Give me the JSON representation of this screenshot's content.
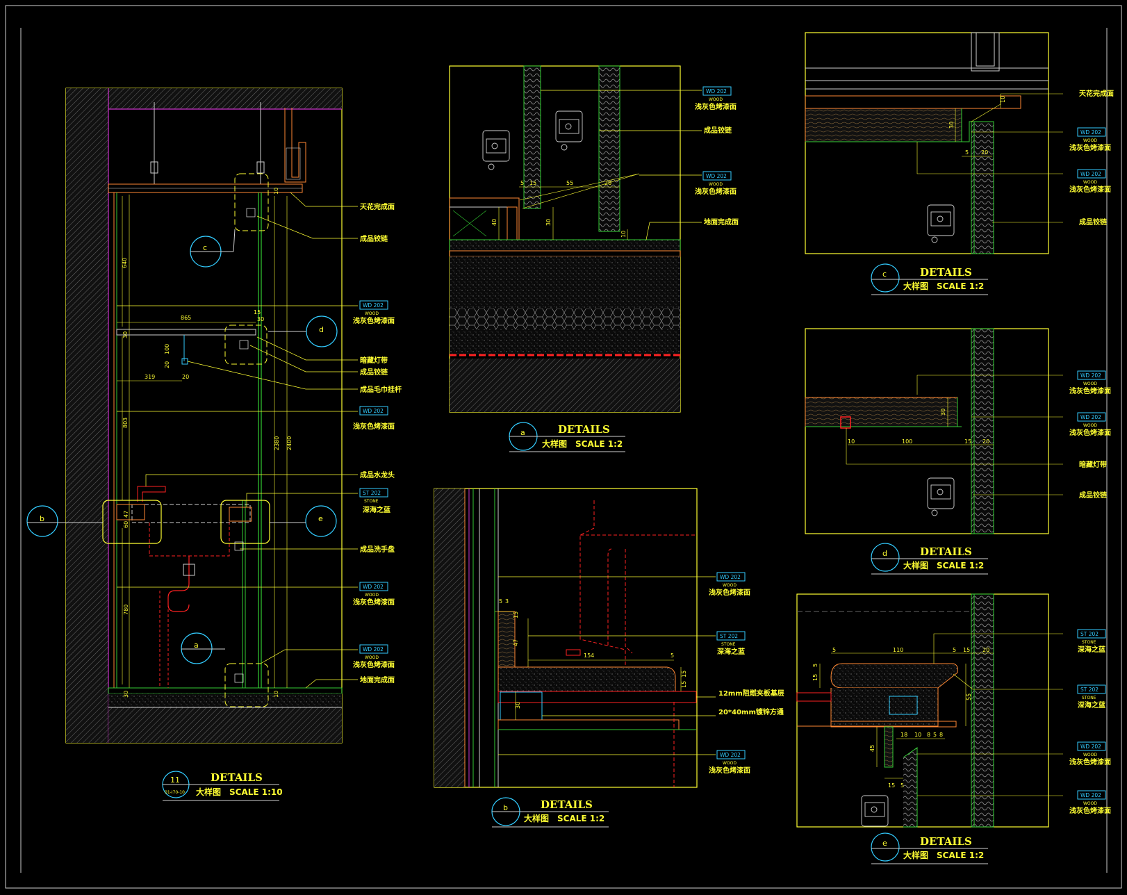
{
  "main_detail": {
    "title": "DETAILS",
    "cn_title": "大样图",
    "scale": "SCALE  1:10",
    "number": "11",
    "sheet_ref": "01-I70-10",
    "callouts": [
      {
        "text": "天花完成面",
        "code": "",
        "material": ""
      },
      {
        "text": "成品铰链",
        "code": "",
        "material": ""
      },
      {
        "text": "浅灰色烤漆面",
        "code": "WD 202",
        "material": "WOOD"
      },
      {
        "text": "暗藏灯带",
        "code": "",
        "material": ""
      },
      {
        "text": "成品铰链",
        "code": "",
        "material": ""
      },
      {
        "text": "成品毛巾挂杆",
        "code": "",
        "material": ""
      },
      {
        "text": "浅灰色烤漆面",
        "code": "WD 202",
        "material": "WOOD"
      },
      {
        "text": "成品水龙头",
        "code": "",
        "material": ""
      },
      {
        "text": "深海之蓝",
        "code": "ST 202",
        "material": "STONE"
      },
      {
        "text": "成品洗手盘",
        "code": "",
        "material": ""
      },
      {
        "text": "浅灰色烤漆面",
        "code": "WD 202",
        "material": "WOOD"
      },
      {
        "text": "浅灰色烤漆面",
        "code": "WD 202",
        "material": "WOOD"
      },
      {
        "text": "地面完成面",
        "code": "",
        "material": ""
      }
    ],
    "dims": [
      "640",
      "865",
      "15",
      "30",
      "30",
      "100",
      "20",
      "319",
      "20",
      "803",
      "2380",
      "2400",
      "47",
      "60",
      "780",
      "30",
      "10",
      "10"
    ],
    "markers": [
      "c",
      "d",
      "b",
      "e",
      "a"
    ]
  },
  "detail_a": {
    "title": "DETAILS",
    "cn_title": "大样图",
    "scale": "SCALE  1:2",
    "marker": "a",
    "callouts": [
      {
        "text": "浅灰色烤漆面",
        "code": "WD 202",
        "material": "WOOD"
      },
      {
        "text": "成品铰链",
        "code": "",
        "material": ""
      },
      {
        "text": "浅灰色烤漆面",
        "code": "WD 202",
        "material": "WOOD"
      },
      {
        "text": "地面完成面",
        "code": "",
        "material": ""
      }
    ],
    "dims": [
      "5",
      "15",
      "55",
      "20",
      "40",
      "30",
      "10"
    ]
  },
  "detail_b": {
    "title": "DETAILS",
    "cn_title": "大样图",
    "scale": "SCALE  1:2",
    "marker": "b",
    "callouts": [
      {
        "text": "浅灰色烤漆面",
        "code": "WD 202",
        "material": "WOOD"
      },
      {
        "text": "深海之蓝",
        "code": "ST 202",
        "material": "STONE"
      },
      {
        "text": "12mm阻燃夹板基层",
        "code": "",
        "material": ""
      },
      {
        "text": "20*40mm镀锌方通",
        "code": "",
        "material": ""
      },
      {
        "text": "浅灰色烤漆面",
        "code": "WD 202",
        "material": "WOOD"
      }
    ],
    "dims": [
      "5",
      "3",
      "15",
      "47",
      "154",
      "5",
      "15",
      "15",
      "30"
    ]
  },
  "detail_c": {
    "title": "DETAILS",
    "cn_title": "大样图",
    "scale": "SCALE  1:2",
    "marker": "c",
    "callouts": [
      {
        "text": "天花完成面",
        "code": "",
        "material": ""
      },
      {
        "text": "浅灰色烤漆面",
        "code": "WD 202",
        "material": "WOOD"
      },
      {
        "text": "浅灰色烤漆面",
        "code": "WD 202",
        "material": "WOOD"
      },
      {
        "text": "成品铰链",
        "code": "",
        "material": ""
      }
    ],
    "dims": [
      "10",
      "30",
      "5",
      "20"
    ]
  },
  "detail_d": {
    "title": "DETAILS",
    "cn_title": "大样图",
    "scale": "SCALE  1:2",
    "marker": "d",
    "callouts": [
      {
        "text": "浅灰色烤漆面",
        "code": "WD 202",
        "material": "WOOD"
      },
      {
        "text": "浅灰色烤漆面",
        "code": "WD 202",
        "material": "WOOD"
      },
      {
        "text": "暗藏灯带",
        "code": "",
        "material": ""
      },
      {
        "text": "成品铰链",
        "code": "",
        "material": ""
      }
    ],
    "dims": [
      "30",
      "10",
      "100",
      "15",
      "20"
    ]
  },
  "detail_e": {
    "title": "DETAILS",
    "cn_title": "大样图",
    "scale": "SCALE  1:2",
    "marker": "e",
    "callouts": [
      {
        "text": "深海之蓝",
        "code": "ST 202",
        "material": "STONE"
      },
      {
        "text": "深海之蓝",
        "code": "ST 202",
        "material": "STONE"
      },
      {
        "text": "浅灰色烤漆面",
        "code": "WD 202",
        "material": "WOOD"
      },
      {
        "text": "浅灰色烤漆面",
        "code": "WD 202",
        "material": "WOOD"
      }
    ],
    "dims": [
      "5",
      "110",
      "5",
      "15",
      "20",
      "15",
      "5",
      "55",
      "18",
      "10",
      "8",
      "5",
      "8",
      "45",
      "15",
      "5"
    ]
  },
  "colors": {
    "background": "#000000",
    "frame": "#ffff33",
    "wall_hatch": "#9a9a9a",
    "green_line": "#33cc33",
    "red_pipe": "#ff2222",
    "orange_line": "#ff8833",
    "magenta_line": "#cc33cc",
    "code_box": "#33ccff"
  }
}
